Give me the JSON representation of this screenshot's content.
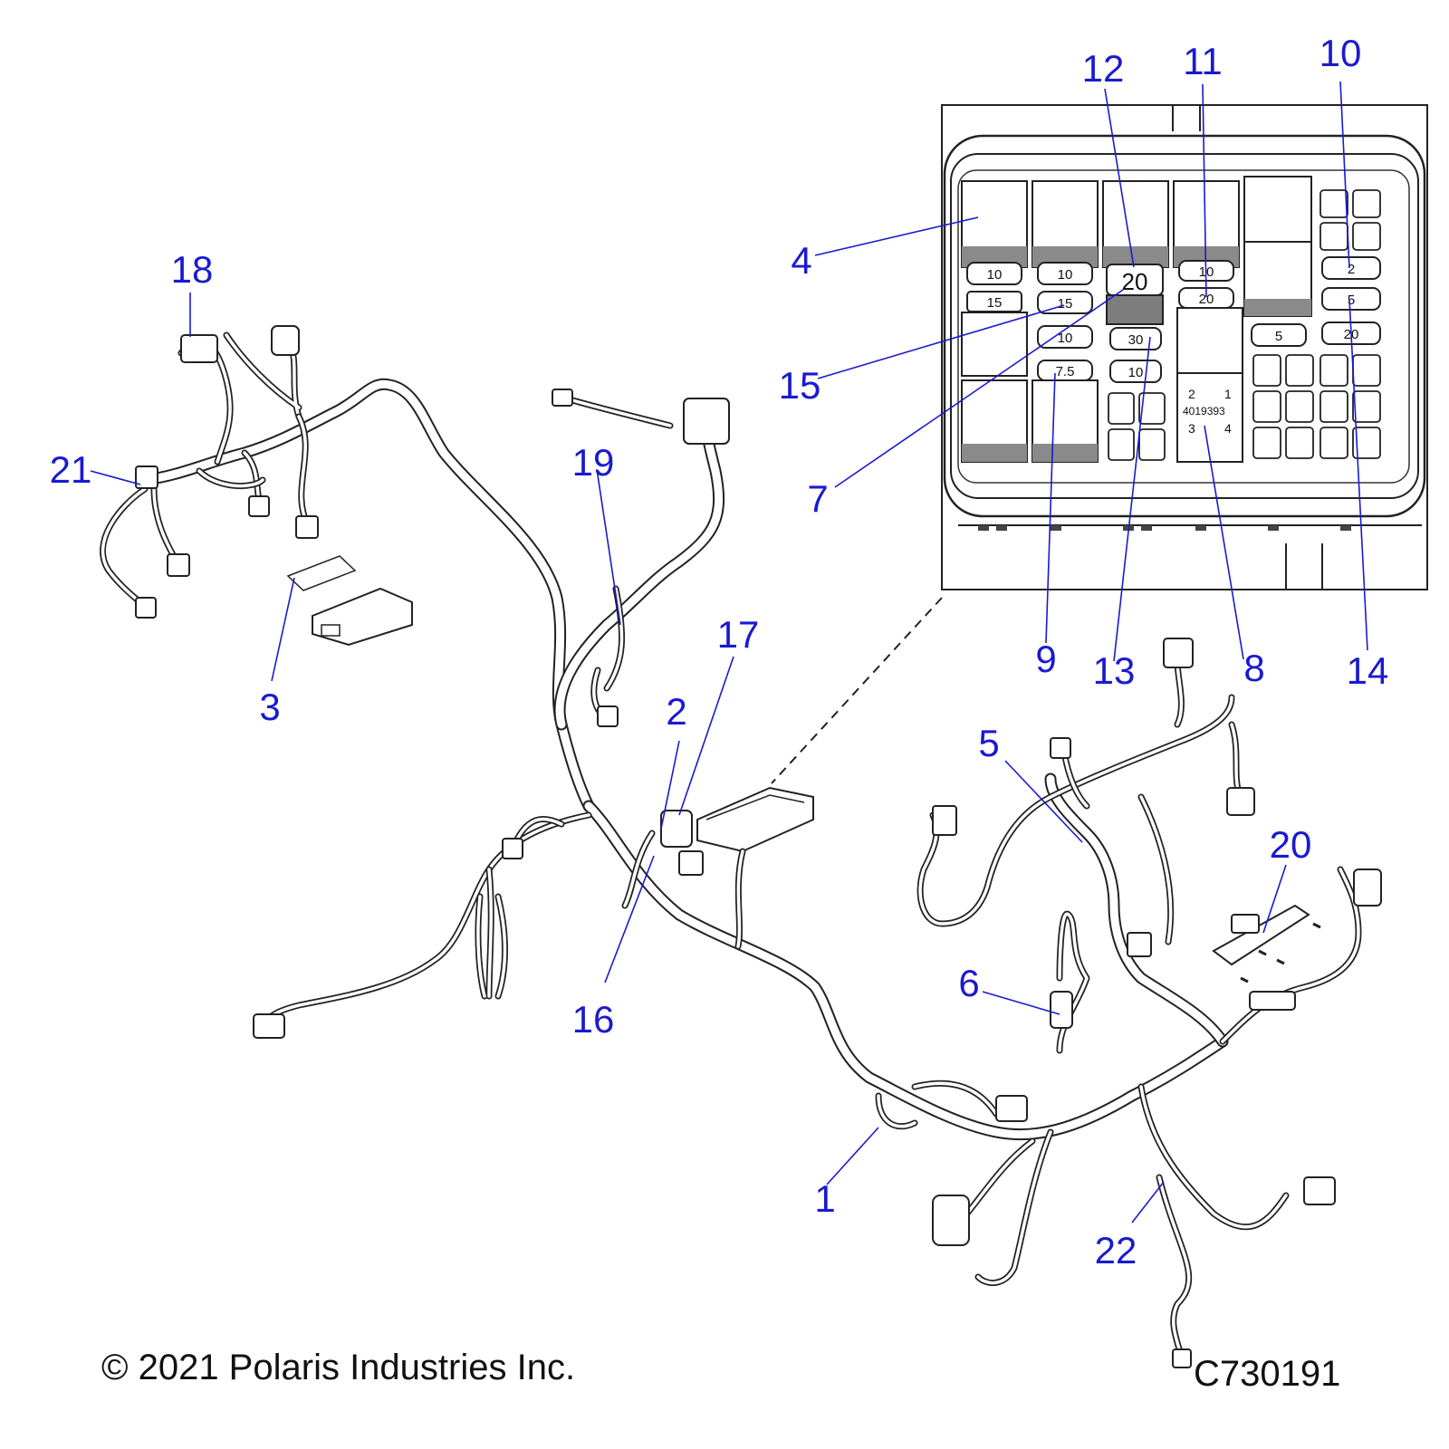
{
  "callouts": [
    {
      "id": "c1",
      "label": "1"
    },
    {
      "id": "c2",
      "label": "2"
    },
    {
      "id": "c3",
      "label": "3"
    },
    {
      "id": "c4",
      "label": "4"
    },
    {
      "id": "c5",
      "label": "5"
    },
    {
      "id": "c6",
      "label": "6"
    },
    {
      "id": "c7",
      "label": "7"
    },
    {
      "id": "c8",
      "label": "8"
    },
    {
      "id": "c9",
      "label": "9"
    },
    {
      "id": "c10",
      "label": "10"
    },
    {
      "id": "c11",
      "label": "11"
    },
    {
      "id": "c12",
      "label": "12"
    },
    {
      "id": "c13",
      "label": "13"
    },
    {
      "id": "c14",
      "label": "14"
    },
    {
      "id": "c15",
      "label": "15"
    },
    {
      "id": "c16",
      "label": "16"
    },
    {
      "id": "c17",
      "label": "17"
    },
    {
      "id": "c18",
      "label": "18"
    },
    {
      "id": "c19",
      "label": "19"
    },
    {
      "id": "c20",
      "label": "20"
    },
    {
      "id": "c21",
      "label": "21"
    },
    {
      "id": "c22",
      "label": "22"
    }
  ],
  "fuse_box": {
    "fuses": {
      "col1_top": "10",
      "col1_second": "15",
      "col2_top": "10",
      "col2_second": "15",
      "col2_third": "10",
      "col2_fourth": "7.5",
      "col3_large": "20",
      "col3_second": "30",
      "col3_third": "10",
      "col4_top": "10",
      "col4_second": "20",
      "col5_middle": "5",
      "col6_a": "2",
      "col6_b": "5",
      "col6_c": "20"
    },
    "relay_label": {
      "pin_2": "2",
      "pin_1": "1",
      "part_number": "4019393",
      "pin_3": "3",
      "pin_4": "4"
    }
  },
  "footer": {
    "copyright": "© 2021 Polaris Industries Inc.",
    "drawing_code": "C730191"
  }
}
